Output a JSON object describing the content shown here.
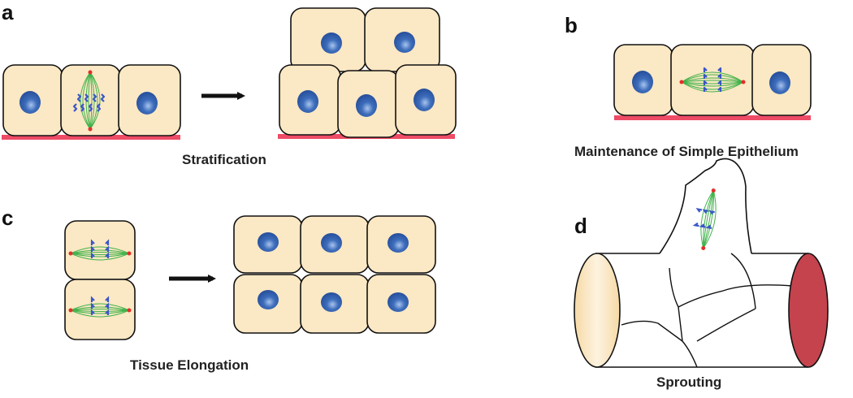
{
  "panels": {
    "a": {
      "letter": "a",
      "caption": "Stratification"
    },
    "b": {
      "letter": "b",
      "caption": "Maintenance of Simple Epithelium"
    },
    "c": {
      "letter": "c",
      "caption": "Tissue Elongation"
    },
    "d": {
      "letter": "d",
      "caption": "Sprouting"
    }
  },
  "colors": {
    "cell_fill": "#fbe8c4",
    "cell_stroke": "#111111",
    "nucleus": "#2f5fae",
    "nucleus_highlight": "#8fb3e8",
    "basement_membrane": "#ee4b66",
    "spindle": "#3fb24a",
    "chromosome": "#3a56c8",
    "centrosome": "#e0302a",
    "vessel_lumen": "#c4434d",
    "vessel_end_light": "#fbe8c4",
    "arrow": "#111111"
  }
}
